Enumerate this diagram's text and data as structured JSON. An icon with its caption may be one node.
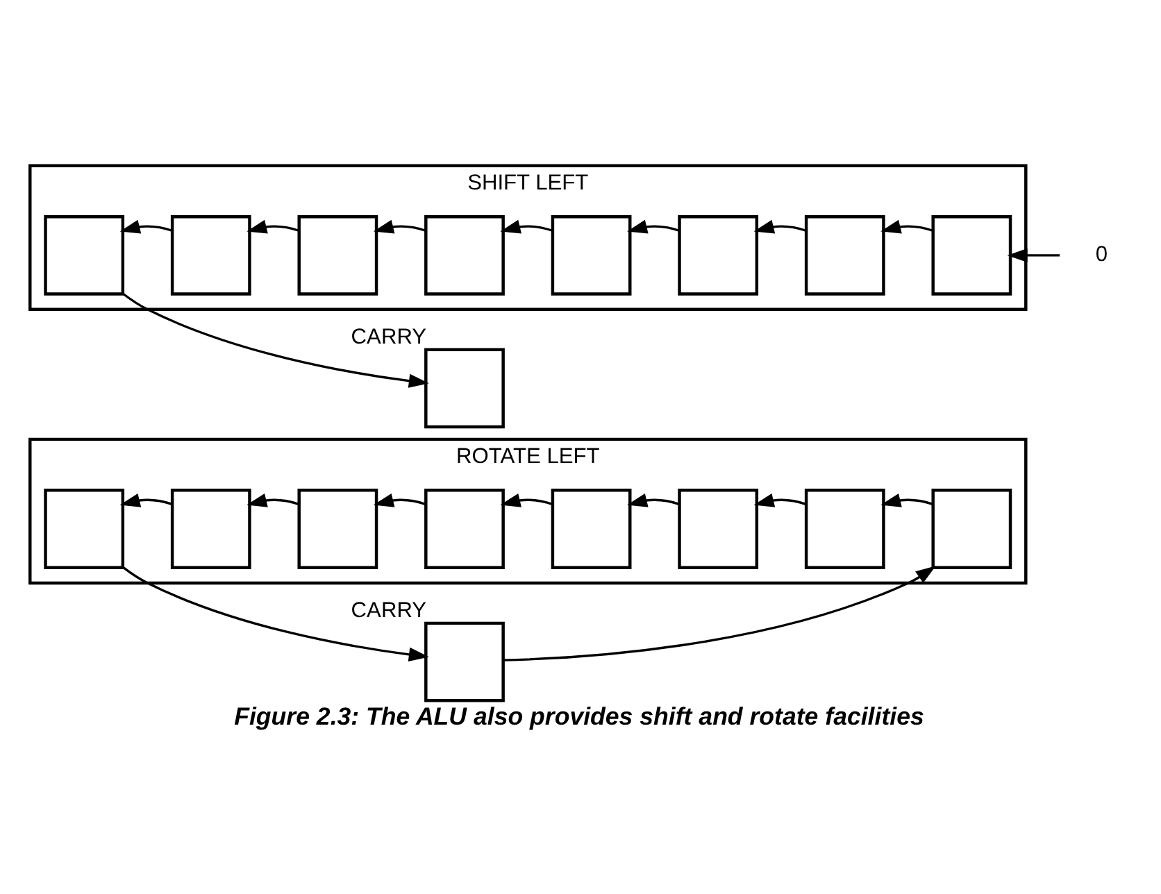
{
  "diagram": {
    "caption": "Figure 2.3: The ALU also provides shift and rotate facilities",
    "nodes": [
      {
        "text": [
          "SHIFT LEFT"
        ]
      },
      {
        "text": [],
        "shape": "box",
        "in": 0
      },
      {
        "text": [],
        "shape": "box",
        "in": 0
      },
      {
        "text": [],
        "shape": "box",
        "in": 0
      },
      {
        "text": [],
        "shape": "box",
        "in": 0
      },
      {
        "text": [],
        "shape": "box",
        "in": 0
      },
      {
        "text": [],
        "shape": "box",
        "in": 0
      },
      {
        "text": [],
        "shape": "box",
        "in": 0
      },
      {
        "text": [],
        "shape": "box",
        "in": 0
      },
      {
        "text": [
          "0"
        ]
      },
      {
        "text": [
          "CARRY"
        ]
      },
      {
        "text": [
          "ROTATE LEFT"
        ]
      },
      {
        "text": [],
        "shape": "box",
        "in": 11
      },
      {
        "text": [],
        "shape": "box",
        "in": 11
      },
      {
        "text": [],
        "shape": "box",
        "in": 11
      },
      {
        "text": [],
        "shape": "box",
        "in": 11
      },
      {
        "text": [],
        "shape": "box",
        "in": 11
      },
      {
        "text": [],
        "shape": "box",
        "in": 11
      },
      {
        "text": [],
        "shape": "box",
        "in": 11
      },
      {
        "text": [],
        "shape": "box",
        "in": 11
      },
      {
        "text": [
          "CARRY"
        ]
      }
    ],
    "edges": [
      {
        "from": 9,
        "to": 8,
        "arrow": "to"
      },
      {
        "from": 8,
        "to": 7,
        "arrow": "to"
      },
      {
        "from": 7,
        "to": 6,
        "arrow": "to"
      },
      {
        "from": 6,
        "to": 5,
        "arrow": "to"
      },
      {
        "from": 5,
        "to": 4,
        "arrow": "to"
      },
      {
        "from": 4,
        "to": 3,
        "arrow": "to"
      },
      {
        "from": 3,
        "to": 2,
        "arrow": "to"
      },
      {
        "from": 2,
        "to": 1,
        "arrow": "to"
      },
      {
        "from": 1,
        "to": 10,
        "arrow": "to"
      },
      {
        "from": 19,
        "to": 18,
        "arrow": "to"
      },
      {
        "from": 18,
        "to": 17,
        "arrow": "to"
      },
      {
        "from": 17,
        "to": 16,
        "arrow": "to"
      },
      {
        "from": 16,
        "to": 15,
        "arrow": "to"
      },
      {
        "from": 15,
        "to": 14,
        "arrow": "to"
      },
      {
        "from": 14,
        "to": 13,
        "arrow": "to"
      },
      {
        "from": 13,
        "to": 12,
        "arrow": "to"
      },
      {
        "from": 12,
        "to": 20,
        "arrow": "to"
      },
      {
        "from": 20,
        "to": 19,
        "arrow": "to"
      }
    ]
  }
}
